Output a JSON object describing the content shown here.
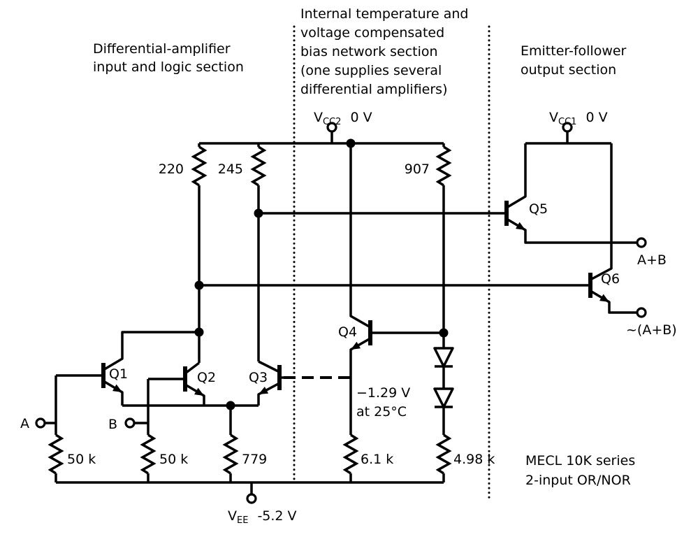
{
  "sections": [
    {
      "lines": [
        "Differential-amplifier",
        "input and logic section"
      ]
    },
    {
      "lines": [
        "Internal temperature and",
        "voltage compensated",
        "bias network section",
        "(one supplies several",
        "differential amplifiers)"
      ]
    },
    {
      "lines": [
        "Emitter-follower",
        "output section"
      ]
    }
  ],
  "power": {
    "vcc2": {
      "base": "V",
      "sub": "CC2",
      "value": "0 V"
    },
    "vcc1": {
      "base": "V",
      "sub": "CC1",
      "value": "0 V"
    },
    "vee": {
      "base": "V",
      "sub": "EE",
      "value": "-5.2 V"
    }
  },
  "inputs": {
    "a": "A",
    "b": "B"
  },
  "outputs": {
    "or": "A+B",
    "nor": "~(A+B)"
  },
  "resistors": {
    "r220": "220",
    "r245": "245",
    "r907": "907",
    "r50a": "50 k",
    "r50b": "50 k",
    "r779": "779",
    "r61k": "6.1 k",
    "r498k": "4.98 k"
  },
  "transistors": {
    "q1": "Q1",
    "q2": "Q2",
    "q3": "Q3",
    "q4": "Q4",
    "q5": "Q5",
    "q6": "Q6"
  },
  "bias_note": {
    "lines": [
      "−1.29 V",
      "at 25°C"
    ]
  },
  "footer": {
    "lines": [
      "MECL 10K series",
      "2-input OR/NOR"
    ]
  }
}
